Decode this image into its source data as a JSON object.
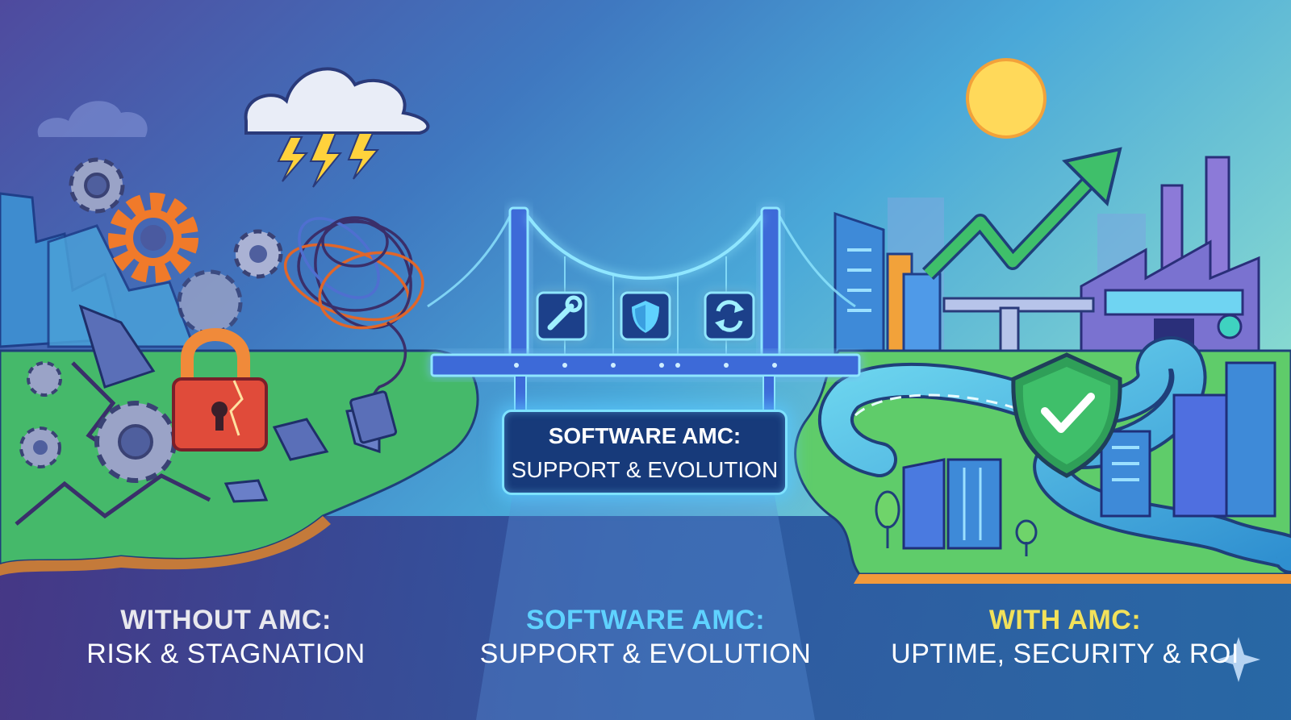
{
  "bridge_sign": {
    "title": "SOFTWARE AMC:",
    "subtitle": "SUPPORT & EVOLUTION"
  },
  "panels": {
    "left": {
      "title": "WITHOUT AMC:",
      "subtitle": "RISK & STAGNATION",
      "title_color": "#e8e8ee"
    },
    "center": {
      "title": "SOFTWARE AMC:",
      "subtitle": "SUPPORT & EVOLUTION",
      "title_color": "#5fd2ff"
    },
    "right": {
      "title": "WITH AMC:",
      "subtitle": "UPTIME, SECURITY & ROI",
      "title_color": "#f2e15a"
    }
  },
  "bridge_icons": [
    "wrench-icon",
    "shield-icon",
    "refresh-icon"
  ],
  "colors": {
    "accent_glow": "#7ee2ff",
    "sun": "#ffd95a",
    "growth_arrow": "#3fbf6a",
    "broken_gear": "#f07a2a",
    "broken_lock": "#e04b3a"
  }
}
